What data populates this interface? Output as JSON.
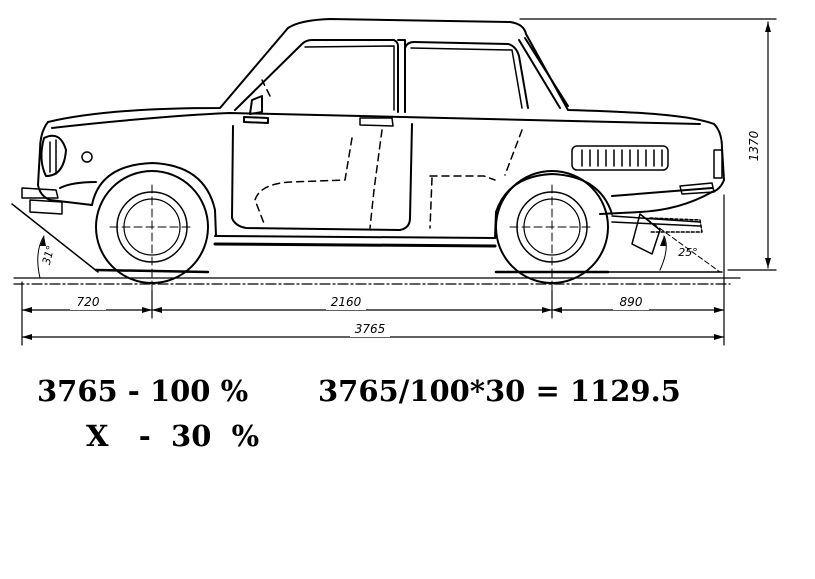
{
  "dimensions": {
    "front_overhang": "720",
    "wheelbase": "2160",
    "rear_overhang": "890",
    "overall_length": "3765",
    "height": "1370"
  },
  "angles": {
    "approach": "31°",
    "departure": "25°"
  },
  "calculation": {
    "line1_left": "3765 - 100 %",
    "line1_right": "3765/100*30 = 1129.5",
    "line2": "X   -  30  %"
  },
  "colors": {
    "ink": "#000000",
    "background": "#ffffff"
  }
}
